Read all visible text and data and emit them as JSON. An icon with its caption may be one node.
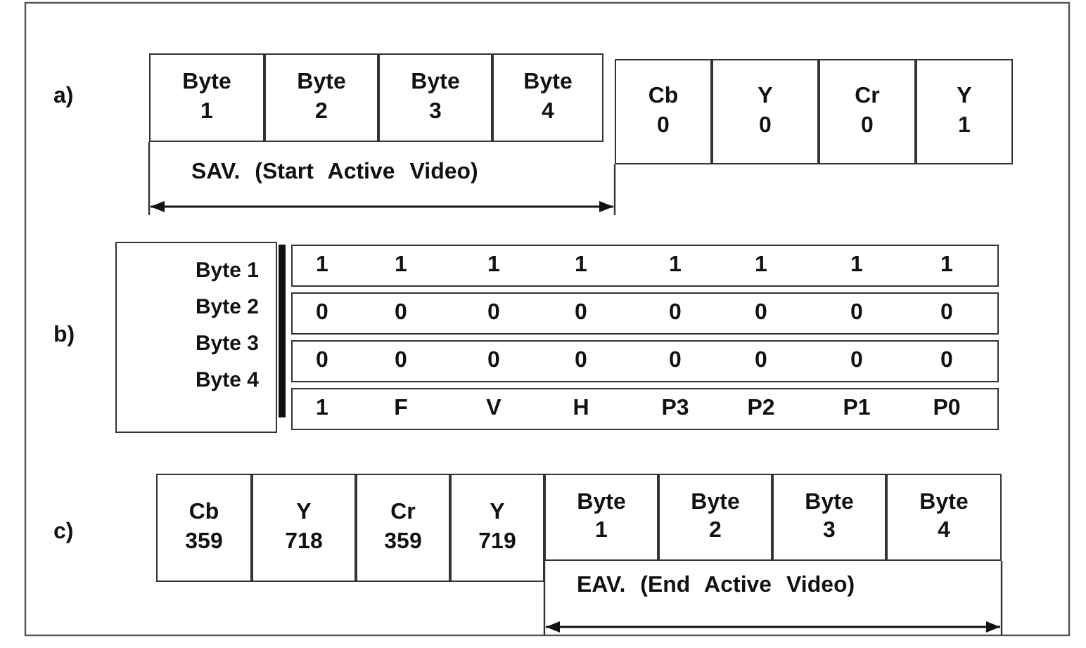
{
  "diagram": {
    "nodes": [
      {
        "text": [
          "Byte",
          "1"
        ]
      },
      {
        "text": [
          "Byte",
          "2"
        ]
      },
      {
        "text": [
          "Byte",
          "3"
        ]
      },
      {
        "text": [
          "Byte",
          "4"
        ]
      },
      {
        "text": [
          "Cb",
          "0"
        ]
      },
      {
        "text": [
          "Y",
          "0"
        ]
      },
      {
        "text": [
          "Cr",
          "0"
        ]
      },
      {
        "text": [
          "Y",
          "1"
        ]
      },
      {
        "text": [
          "Byte 1",
          "Byte 2",
          "Byte 3",
          "Byte 4"
        ]
      },
      {
        "text": [
          "1",
          "1",
          "1",
          "1",
          "1",
          "1",
          "1",
          "1"
        ]
      },
      {
        "text": [
          "0",
          "0",
          "0",
          "0",
          "0",
          "0",
          "0",
          "0"
        ]
      },
      {
        "text": [
          "0",
          "0",
          "0",
          "0",
          "0",
          "0",
          "0",
          "0"
        ]
      },
      {
        "text": [
          "1",
          "F",
          "V",
          "H",
          "P3",
          "P2",
          "P1",
          "P0"
        ]
      },
      {
        "text": [
          "Cb",
          "359"
        ]
      },
      {
        "text": [
          "Y",
          "718"
        ]
      },
      {
        "text": [
          "Cr",
          "359"
        ]
      },
      {
        "text": [
          "Y",
          "719"
        ]
      },
      {
        "text": [
          "Byte",
          "1"
        ]
      },
      {
        "text": [
          "Byte",
          "2"
        ]
      },
      {
        "text": [
          "Byte",
          "3"
        ]
      },
      {
        "text": [
          "Byte",
          "4"
        ]
      }
    ],
    "labels": [
      "a)",
      "SAV. (Start Active Video)",
      "b)",
      "c)",
      "EAV. (End Active Video)"
    ]
  }
}
